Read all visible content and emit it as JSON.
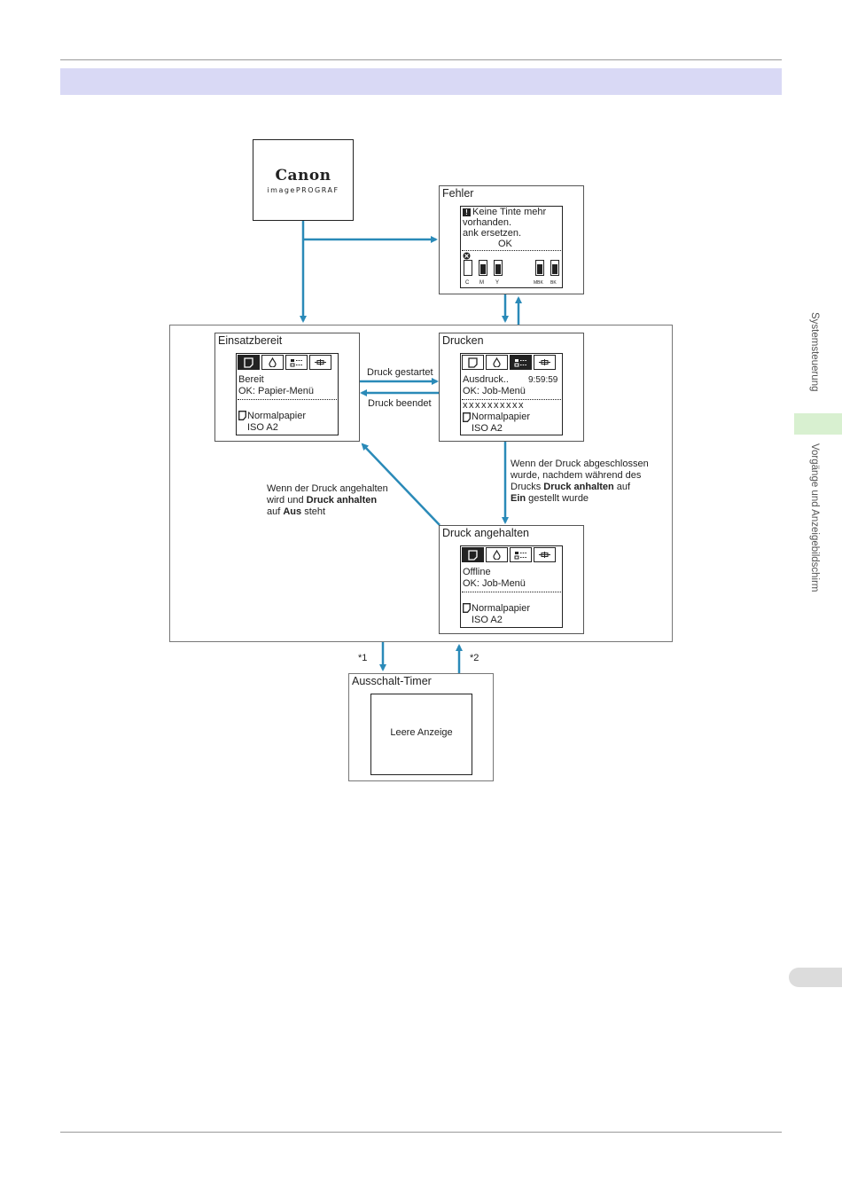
{
  "sidebar": {
    "section_1": "Systemsteuerung",
    "section_2": "Vorgänge und Anzeigebildschirm"
  },
  "logo": {
    "brand": "Canon",
    "product": "imagePROGRAF"
  },
  "colors": {
    "arrow": "#2a8ab8",
    "band": "#d9d9f5",
    "side_tab": "#d8f0d0"
  },
  "states": {
    "fehler": {
      "title": "Fehler",
      "lines": [
        "Keine Tinte mehr",
        "vorhanden.",
        "ank ersetzen."
      ],
      "ok": "OK",
      "inks": [
        "C",
        "M",
        "Y",
        "MBK",
        "BK"
      ]
    },
    "einsatzbereit": {
      "title": "Einsatzbereit",
      "line1": "Bereit",
      "line2": "OK: Papier-Menü",
      "paper": "Normalpapier",
      "size": "ISO A2"
    },
    "drucken": {
      "title": "Drucken",
      "line1": "Ausdruck..",
      "time": "9:59:59",
      "line2": "OK: Job-Menü",
      "progress": "xxxxxxxxxx",
      "paper": "Normalpapier",
      "size": "ISO A2"
    },
    "druck_angehalten": {
      "title": "Druck angehalten",
      "line1": "Offline",
      "line2": "OK: Job-Menü",
      "paper": "Normalpapier",
      "size": "ISO A2"
    },
    "ausschalt_timer": {
      "title": "Ausschalt-Timer",
      "screen": "Leere Anzeige"
    }
  },
  "transitions": {
    "started": "Druck gestartet",
    "ended": "Druck beendet",
    "paused_note": {
      "line1": "Wenn der Druck angehalten",
      "line2_a": "wird und ",
      "line2_b": "Druck anhalten",
      "line3_a": "auf ",
      "line3_b": "Aus",
      "line3_c": " steht"
    },
    "finished_note": {
      "line1": "Wenn der Druck abgeschlossen",
      "line2": "wurde, nachdem während des",
      "line3_a": "Drucks ",
      "line3_b": "Druck anhalten",
      "line3_c": " auf",
      "line4_a": "Ein",
      "line4_b": " gestellt wurde"
    },
    "note_1": "*1",
    "note_2": "*2"
  }
}
